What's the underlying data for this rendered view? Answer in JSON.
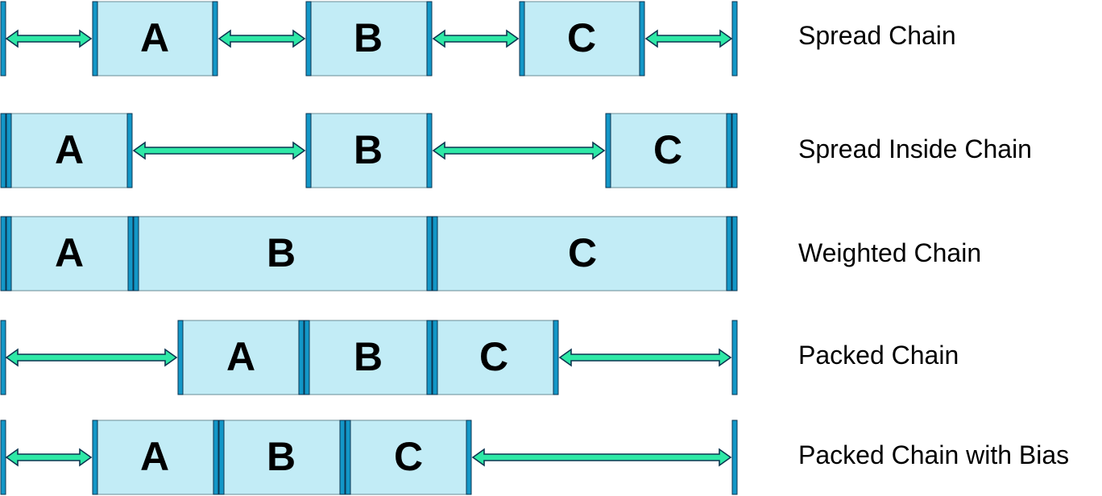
{
  "colors": {
    "box_fill": "#c2ecf6",
    "edge_bar": "#1397c7",
    "edge_outline": "#0c3550",
    "arrow_fill": "#2ee8a6",
    "text": "#000000"
  },
  "chains": [
    {
      "label": "Spread Chain",
      "boxes": [
        "A",
        "B",
        "C"
      ]
    },
    {
      "label": "Spread Inside Chain",
      "boxes": [
        "A",
        "B",
        "C"
      ]
    },
    {
      "label": "Weighted Chain",
      "boxes": [
        "A",
        "B",
        "C"
      ]
    },
    {
      "label": "Packed Chain",
      "boxes": [
        "A",
        "B",
        "C"
      ]
    },
    {
      "label": "Packed Chain with Bias",
      "boxes": [
        "A",
        "B",
        "C"
      ]
    }
  ]
}
